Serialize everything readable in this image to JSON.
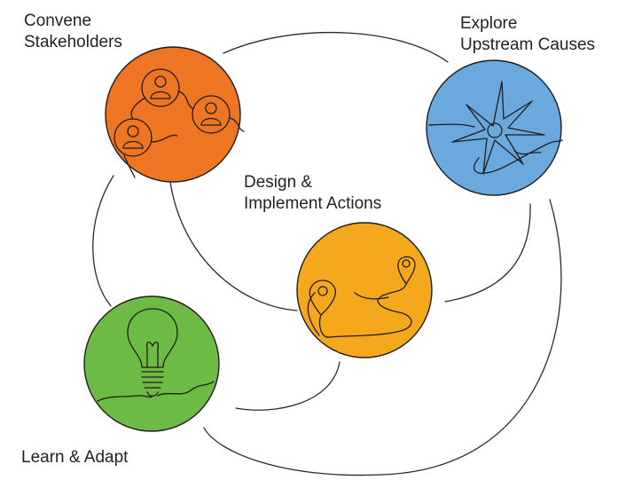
{
  "nodes": [
    {
      "id": "convene",
      "label_lines": [
        "Convene",
        "Stakeholders"
      ],
      "color": "#EE7623",
      "icon": "people-network-icon"
    },
    {
      "id": "explore",
      "label_lines": [
        "Explore",
        "Upstream Causes"
      ],
      "color": "#6AA9DE",
      "icon": "compass-star-icon"
    },
    {
      "id": "design",
      "label_lines": [
        "Design &",
        "Implement Actions"
      ],
      "color": "#F5A81C",
      "icon": "map-pins-path-icon"
    },
    {
      "id": "learn",
      "label_lines": [
        "Learn & Adapt"
      ],
      "color": "#6DBB45",
      "icon": "lightbulb-icon"
    }
  ]
}
